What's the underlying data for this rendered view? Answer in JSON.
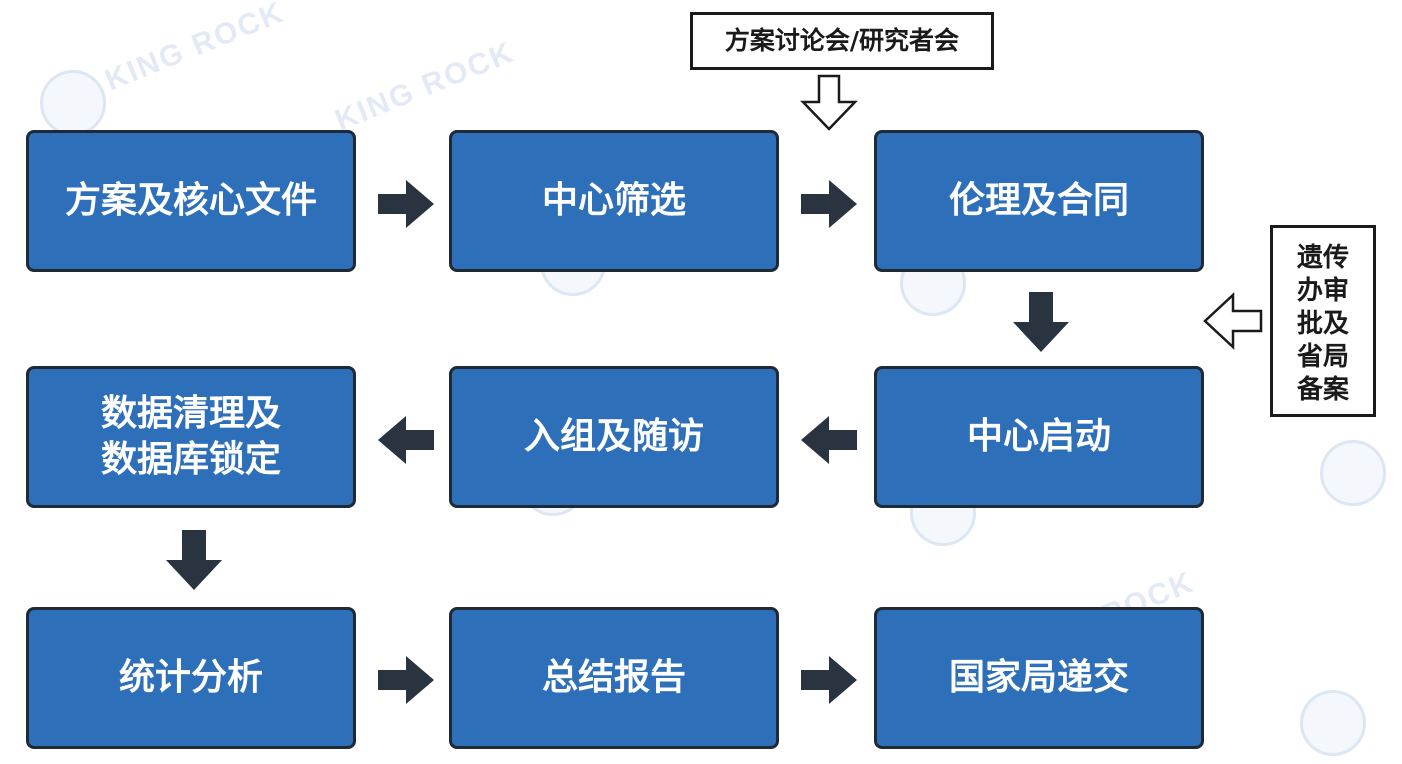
{
  "steps": {
    "protocol": "方案及核心文件",
    "site_selection": "中心筛选",
    "ethics_contract": "伦理及合同",
    "site_initiation": "中心启动",
    "enrollment_followup": "入组及随访",
    "data_cleaning_line1": "数据清理及",
    "data_cleaning_line2": "数据库锁定",
    "statistical_analysis": "统计分析",
    "summary_report": "总结报告",
    "nmpa_submission": "国家局递交"
  },
  "notes": {
    "meeting": "方案讨论会/研究者会",
    "genetic_approval_lines": [
      "遗传",
      "办审",
      "批及",
      "省局",
      "备案"
    ]
  },
  "watermark": {
    "text": "KING ROCK"
  },
  "colors": {
    "box_fill": "#2e6fba",
    "box_border": "#1f2a36",
    "arrow_fill": "#2a3340"
  }
}
